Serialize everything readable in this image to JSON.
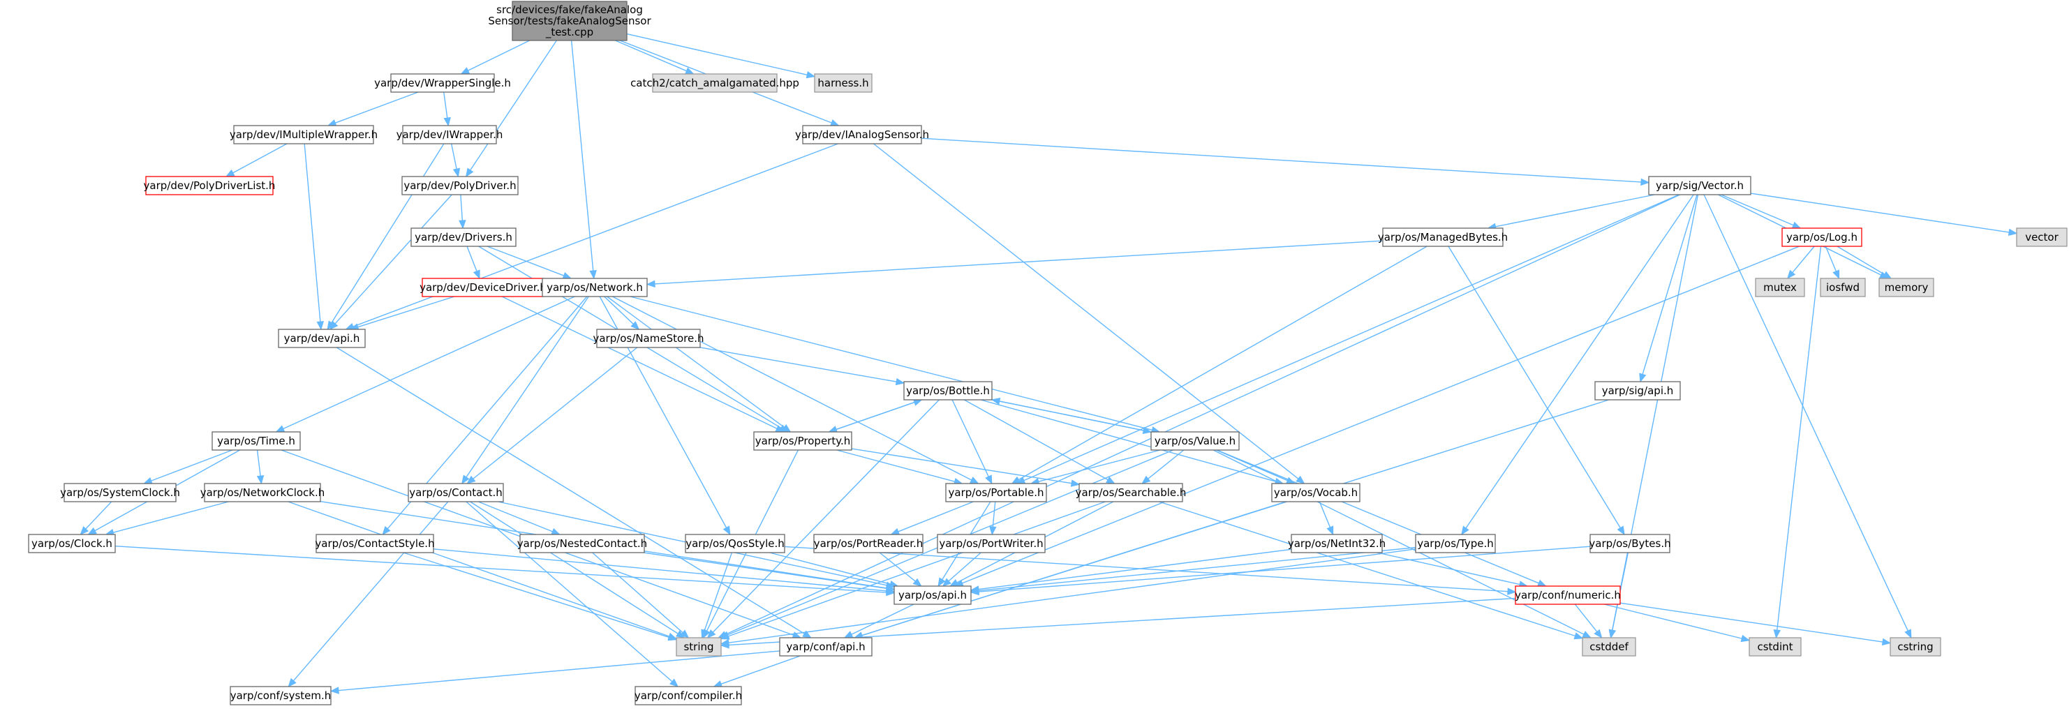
{
  "graph": {
    "type": "include-dependency-graph",
    "styles": {
      "root": {
        "fill": "#999999",
        "stroke": "#666666"
      },
      "normal": {
        "fill": "#ffffff",
        "stroke": "#666666"
      },
      "truncated": {
        "fill": "#ffffff",
        "stroke": "#ff0000"
      },
      "external": {
        "fill": "#e0e0e0",
        "stroke": "#999999"
      },
      "edge": "#63b8ff"
    },
    "nodes": [
      {
        "id": "root",
        "lines": [
          "src/devices/fake/fakeAnalog",
          "Sensor/tests/fakeAnalogSensor",
          "_test.cpp"
        ],
        "style": "root"
      },
      {
        "id": "wrapper_single",
        "lines": [
          "yarp/dev/WrapperSingle.h"
        ],
        "style": "normal"
      },
      {
        "id": "catch2",
        "lines": [
          "catch2/catch_amalgamated.hpp"
        ],
        "style": "external"
      },
      {
        "id": "harness",
        "lines": [
          "harness.h"
        ],
        "style": "external"
      },
      {
        "id": "imultiplewrapper",
        "lines": [
          "yarp/dev/IMultipleWrapper.h"
        ],
        "style": "normal"
      },
      {
        "id": "iwrapper",
        "lines": [
          "yarp/dev/IWrapper.h"
        ],
        "style": "normal"
      },
      {
        "id": "ianalogsensor",
        "lines": [
          "yarp/dev/IAnalogSensor.h"
        ],
        "style": "normal"
      },
      {
        "id": "polydriverlist",
        "lines": [
          "yarp/dev/PolyDriverList.h"
        ],
        "style": "truncated"
      },
      {
        "id": "polydriver",
        "lines": [
          "yarp/dev/PolyDriver.h"
        ],
        "style": "normal"
      },
      {
        "id": "sig_vector",
        "lines": [
          "yarp/sig/Vector.h"
        ],
        "style": "normal"
      },
      {
        "id": "vector",
        "lines": [
          "vector"
        ],
        "style": "external"
      },
      {
        "id": "drivers",
        "lines": [
          "yarp/dev/Drivers.h"
        ],
        "style": "normal"
      },
      {
        "id": "managedbytes",
        "lines": [
          "yarp/os/ManagedBytes.h"
        ],
        "style": "normal"
      },
      {
        "id": "log",
        "lines": [
          "yarp/os/Log.h"
        ],
        "style": "truncated"
      },
      {
        "id": "devicedriver",
        "lines": [
          "yarp/dev/DeviceDriver.h"
        ],
        "style": "truncated"
      },
      {
        "id": "network",
        "lines": [
          "yarp/os/Network.h"
        ],
        "style": "normal"
      },
      {
        "id": "mutex",
        "lines": [
          "mutex"
        ],
        "style": "external"
      },
      {
        "id": "iosfwd",
        "lines": [
          "iosfwd"
        ],
        "style": "external"
      },
      {
        "id": "memory",
        "lines": [
          "memory"
        ],
        "style": "external"
      },
      {
        "id": "dev_api",
        "lines": [
          "yarp/dev/api.h"
        ],
        "style": "normal"
      },
      {
        "id": "namestore",
        "lines": [
          "yarp/os/NameStore.h"
        ],
        "style": "normal"
      },
      {
        "id": "bottle",
        "lines": [
          "yarp/os/Bottle.h"
        ],
        "style": "normal"
      },
      {
        "id": "sig_api",
        "lines": [
          "yarp/sig/api.h"
        ],
        "style": "normal"
      },
      {
        "id": "time",
        "lines": [
          "yarp/os/Time.h"
        ],
        "style": "normal"
      },
      {
        "id": "property",
        "lines": [
          "yarp/os/Property.h"
        ],
        "style": "normal"
      },
      {
        "id": "value",
        "lines": [
          "yarp/os/Value.h"
        ],
        "style": "normal"
      },
      {
        "id": "systemclock",
        "lines": [
          "yarp/os/SystemClock.h"
        ],
        "style": "normal"
      },
      {
        "id": "networkclock",
        "lines": [
          "yarp/os/NetworkClock.h"
        ],
        "style": "normal"
      },
      {
        "id": "contact",
        "lines": [
          "yarp/os/Contact.h"
        ],
        "style": "normal"
      },
      {
        "id": "portable",
        "lines": [
          "yarp/os/Portable.h"
        ],
        "style": "normal"
      },
      {
        "id": "searchable",
        "lines": [
          "yarp/os/Searchable.h"
        ],
        "style": "normal"
      },
      {
        "id": "vocab",
        "lines": [
          "yarp/os/Vocab.h"
        ],
        "style": "normal"
      },
      {
        "id": "clock",
        "lines": [
          "yarp/os/Clock.h"
        ],
        "style": "normal"
      },
      {
        "id": "contactstyle",
        "lines": [
          "yarp/os/ContactStyle.h"
        ],
        "style": "normal"
      },
      {
        "id": "nestedcontact",
        "lines": [
          "yarp/os/NestedContact.h"
        ],
        "style": "normal"
      },
      {
        "id": "qosstyle",
        "lines": [
          "yarp/os/QosStyle.h"
        ],
        "style": "normal"
      },
      {
        "id": "portreader",
        "lines": [
          "yarp/os/PortReader.h"
        ],
        "style": "normal"
      },
      {
        "id": "portwriter",
        "lines": [
          "yarp/os/PortWriter.h"
        ],
        "style": "normal"
      },
      {
        "id": "netint32",
        "lines": [
          "yarp/os/NetInt32.h"
        ],
        "style": "normal"
      },
      {
        "id": "type",
        "lines": [
          "yarp/os/Type.h"
        ],
        "style": "normal"
      },
      {
        "id": "bytes",
        "lines": [
          "yarp/os/Bytes.h"
        ],
        "style": "normal"
      },
      {
        "id": "os_api",
        "lines": [
          "yarp/os/api.h"
        ],
        "style": "normal"
      },
      {
        "id": "numeric",
        "lines": [
          "yarp/conf/numeric.h"
        ],
        "style": "truncated"
      },
      {
        "id": "string",
        "lines": [
          "string"
        ],
        "style": "external"
      },
      {
        "id": "conf_api",
        "lines": [
          "yarp/conf/api.h"
        ],
        "style": "normal"
      },
      {
        "id": "cstddef",
        "lines": [
          "cstddef"
        ],
        "style": "external"
      },
      {
        "id": "cstdint",
        "lines": [
          "cstdint"
        ],
        "style": "external"
      },
      {
        "id": "cstring",
        "lines": [
          "cstring"
        ],
        "style": "external"
      },
      {
        "id": "conf_system",
        "lines": [
          "yarp/conf/system.h"
        ],
        "style": "normal"
      },
      {
        "id": "conf_compiler",
        "lines": [
          "yarp/conf/compiler.h"
        ],
        "style": "normal"
      }
    ],
    "edges": [
      [
        "root",
        "wrapper_single"
      ],
      [
        "root",
        "catch2"
      ],
      [
        "root",
        "harness"
      ],
      [
        "root",
        "ianalogsensor"
      ],
      [
        "root",
        "polydriver"
      ],
      [
        "root",
        "network"
      ],
      [
        "wrapper_single",
        "imultiplewrapper"
      ],
      [
        "wrapper_single",
        "iwrapper"
      ],
      [
        "imultiplewrapper",
        "polydriverlist"
      ],
      [
        "imultiplewrapper",
        "dev_api"
      ],
      [
        "iwrapper",
        "polydriver"
      ],
      [
        "iwrapper",
        "dev_api"
      ],
      [
        "ianalogsensor",
        "sig_vector"
      ],
      [
        "ianalogsensor",
        "dev_api"
      ],
      [
        "ianalogsensor",
        "vocab"
      ],
      [
        "polydriver",
        "drivers"
      ],
      [
        "polydriver",
        "dev_api"
      ],
      [
        "drivers",
        "devicedriver"
      ],
      [
        "drivers",
        "network"
      ],
      [
        "drivers",
        "property"
      ],
      [
        "devicedriver",
        "dev_api"
      ],
      [
        "devicedriver",
        "property"
      ],
      [
        "dev_api",
        "conf_api"
      ],
      [
        "sig_vector",
        "vector"
      ],
      [
        "sig_vector",
        "managedbytes"
      ],
      [
        "sig_vector",
        "log"
      ],
      [
        "sig_vector",
        "memory"
      ],
      [
        "sig_vector",
        "cstring"
      ],
      [
        "sig_vector",
        "cstddef"
      ],
      [
        "sig_vector",
        "sig_api"
      ],
      [
        "sig_vector",
        "type"
      ],
      [
        "sig_vector",
        "portable"
      ],
      [
        "sig_vector",
        "string"
      ],
      [
        "managedbytes",
        "network"
      ],
      [
        "managedbytes",
        "bytes"
      ],
      [
        "managedbytes",
        "portable"
      ],
      [
        "log",
        "mutex"
      ],
      [
        "log",
        "iosfwd"
      ],
      [
        "log",
        "memory"
      ],
      [
        "log",
        "cstdint"
      ],
      [
        "log",
        "os_api"
      ],
      [
        "sig_api",
        "conf_api"
      ],
      [
        "network",
        "namestore"
      ],
      [
        "network",
        "time"
      ],
      [
        "network",
        "contact"
      ],
      [
        "network",
        "contactstyle"
      ],
      [
        "network",
        "qosstyle"
      ],
      [
        "network",
        "property"
      ],
      [
        "network",
        "portable"
      ],
      [
        "network",
        "value"
      ],
      [
        "namestore",
        "contact"
      ],
      [
        "namestore",
        "bottle"
      ],
      [
        "bottle",
        "property"
      ],
      [
        "bottle",
        "value"
      ],
      [
        "bottle",
        "portable"
      ],
      [
        "bottle",
        "searchable"
      ],
      [
        "bottle",
        "vocab"
      ],
      [
        "bottle",
        "string"
      ],
      [
        "property",
        "bottle"
      ],
      [
        "property",
        "portable"
      ],
      [
        "property",
        "searchable"
      ],
      [
        "property",
        "string"
      ],
      [
        "value",
        "bottle"
      ],
      [
        "value",
        "portable"
      ],
      [
        "value",
        "searchable"
      ],
      [
        "value",
        "vocab"
      ],
      [
        "value",
        "numeric"
      ],
      [
        "value",
        "cstddef"
      ],
      [
        "value",
        "string"
      ],
      [
        "time",
        "systemclock"
      ],
      [
        "time",
        "networkclock"
      ],
      [
        "time",
        "clock"
      ],
      [
        "time",
        "conf_api"
      ],
      [
        "systemclock",
        "clock"
      ],
      [
        "networkclock",
        "clock"
      ],
      [
        "networkclock",
        "os_api"
      ],
      [
        "networkclock",
        "string"
      ],
      [
        "clock",
        "os_api"
      ],
      [
        "contact",
        "nestedcontact"
      ],
      [
        "contact",
        "os_api"
      ],
      [
        "contact",
        "string"
      ],
      [
        "contact",
        "conf_system"
      ],
      [
        "contact",
        "conf_compiler"
      ],
      [
        "contactstyle",
        "os_api"
      ],
      [
        "contactstyle",
        "string"
      ],
      [
        "nestedcontact",
        "os_api"
      ],
      [
        "nestedcontact",
        "string"
      ],
      [
        "qosstyle",
        "os_api"
      ],
      [
        "qosstyle",
        "string"
      ],
      [
        "qosstyle",
        "numeric"
      ],
      [
        "portable",
        "portreader"
      ],
      [
        "portable",
        "portwriter"
      ],
      [
        "portable",
        "os_api"
      ],
      [
        "portreader",
        "os_api"
      ],
      [
        "portwriter",
        "os_api"
      ],
      [
        "searchable",
        "os_api"
      ],
      [
        "searchable",
        "string"
      ],
      [
        "searchable",
        "cstddef"
      ],
      [
        "vocab",
        "netint32"
      ],
      [
        "vocab",
        "conf_api"
      ],
      [
        "netint32",
        "os_api"
      ],
      [
        "netint32",
        "numeric"
      ],
      [
        "type",
        "os_api"
      ],
      [
        "type",
        "string"
      ],
      [
        "bytes",
        "os_api"
      ],
      [
        "bytes",
        "cstddef"
      ],
      [
        "os_api",
        "conf_api"
      ],
      [
        "numeric",
        "cstddef"
      ],
      [
        "numeric",
        "cstdint"
      ],
      [
        "numeric",
        "string"
      ],
      [
        "numeric",
        "cstring"
      ],
      [
        "conf_api",
        "conf_system"
      ],
      [
        "conf_api",
        "conf_compiler"
      ]
    ]
  }
}
